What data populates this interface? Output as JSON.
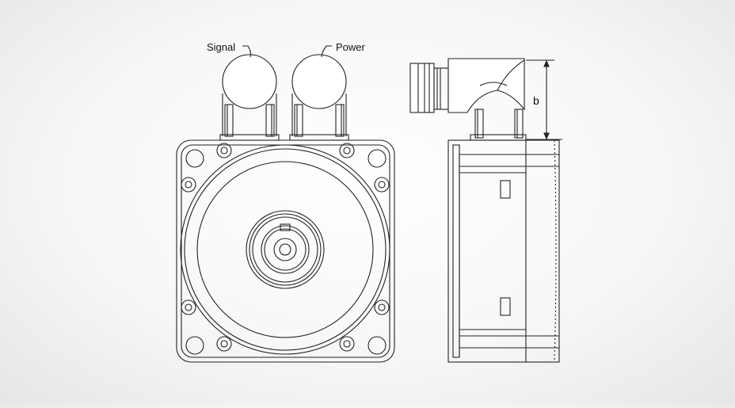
{
  "labels": {
    "signal": "Signal",
    "power": "Power",
    "dimension_b": "b"
  },
  "colors": {
    "stroke": "#222222",
    "background": "#f4f4f4"
  }
}
